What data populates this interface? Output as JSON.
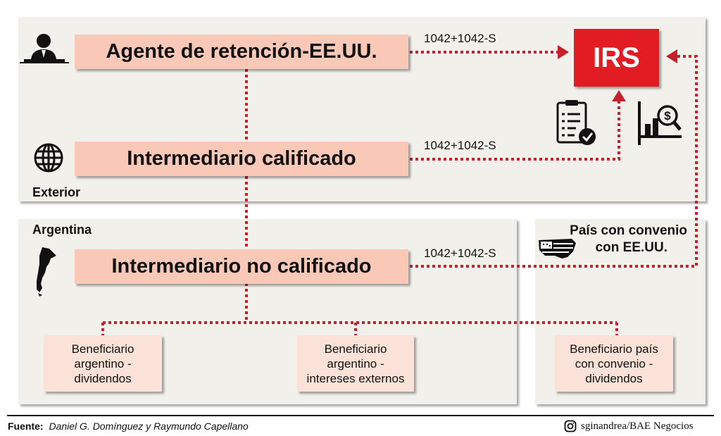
{
  "panels": {
    "exterior": "Exterior",
    "argentina": "Argentina",
    "treaty_line1": "País con convenio",
    "treaty_line2": "con EE.UU."
  },
  "nodes": {
    "agente": "Agente de retención-EE.UU.",
    "calificado": "Intermediario calificado",
    "no_calificado": "Intermediario no calificado",
    "irs": "IRS",
    "ben_dividendos": [
      "Beneficiario",
      "argentino -",
      "dividendos"
    ],
    "ben_intereses": [
      "Beneficiario",
      "argentino -",
      "intereses externos"
    ],
    "ben_convenio": [
      "Beneficiario país",
      "con convenio -",
      "dividendos"
    ]
  },
  "edge_labels": {
    "agente_irs": "1042+1042-S",
    "calificado_irs": "1042+1042-S",
    "no_calificado_irs": "1042+1042-S"
  },
  "icons": [
    "agent-person-icon",
    "globe-icon",
    "checklist-icon",
    "chart-dollar-icon",
    "argentina-map-icon",
    "usa-flag-map-icon",
    "instagram-icon"
  ],
  "colors": {
    "accent": "#e31b23",
    "node": "#f9c8b6",
    "beneficiary": "#fbe2d8",
    "panel": "#f2f0ea",
    "dotted": "#c8202a"
  },
  "footer": {
    "source_label": "Fuente:",
    "source_text": "Daniel G. Domínguez y Raymundo Capellano",
    "credit": "sginandrea/BAE Negocios"
  }
}
